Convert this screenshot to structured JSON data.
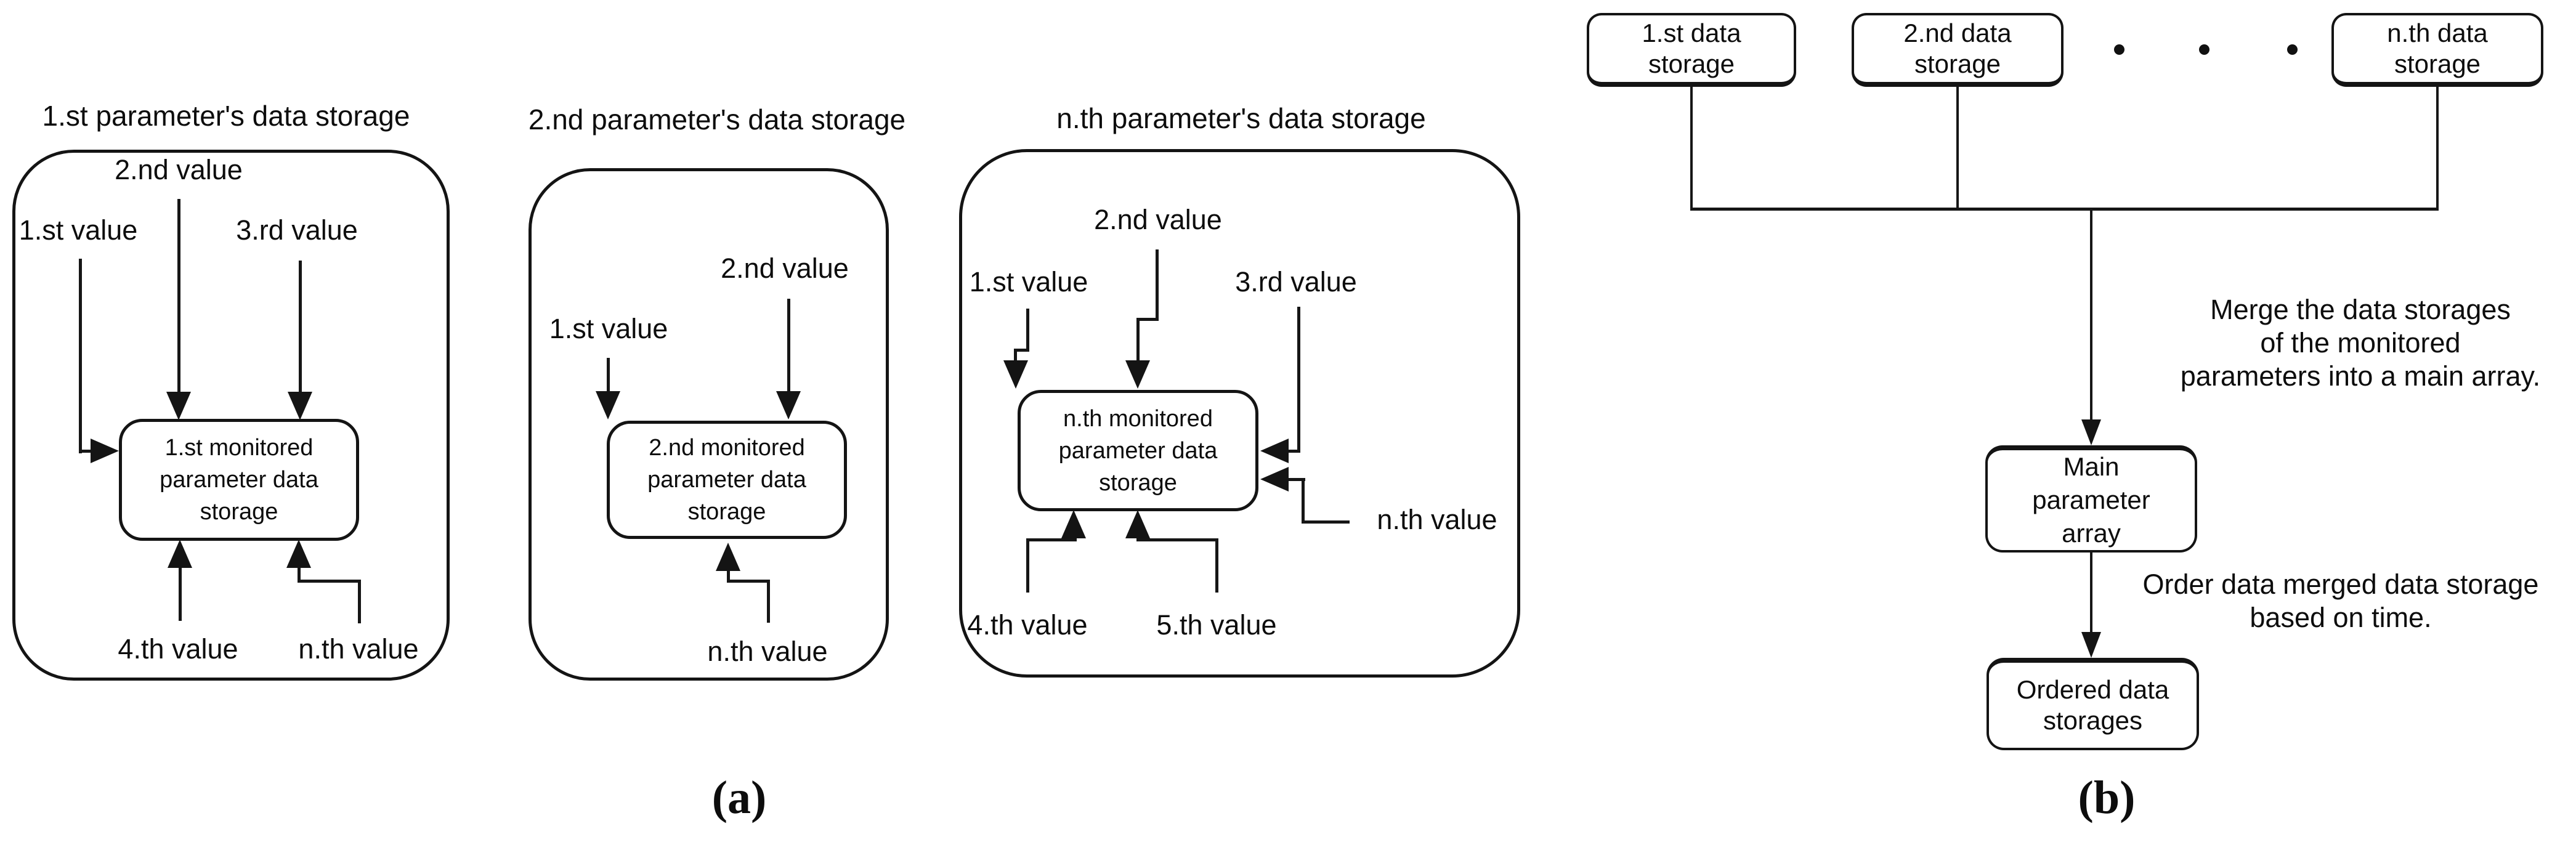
{
  "a": {
    "label": "(a)",
    "containers": [
      {
        "title": "1.st parameter's data storage",
        "box": "1.st monitored\nparameter data\nstorage",
        "values": {
          "v1": "1.st value",
          "v2": "2.nd value",
          "v3": "3.rd value",
          "v4": "4.th value",
          "vn": "n.th value"
        }
      },
      {
        "title": "2.nd parameter's data storage",
        "box": "2.nd monitored\nparameter data\nstorage",
        "values": {
          "v1": "1.st value",
          "v2": "2.nd value",
          "vn": "n.th value"
        }
      },
      {
        "title": "n.th parameter's data storage",
        "box": "n.th monitored\nparameter data\nstorage",
        "values": {
          "v1": "1.st value",
          "v2": "2.nd value",
          "v3": "3.rd value",
          "v4": "4.th value",
          "v5": "5.th value",
          "vn": "n.th value"
        }
      }
    ]
  },
  "b": {
    "label": "(b)",
    "sources": [
      "1.st data\nstorage",
      "2.nd data\nstorage",
      "n.th data\nstorage"
    ],
    "dots_icon": "ellipsis-dots",
    "merge_note": "Merge the data storages\nof the monitored\nparameters into a main array.",
    "order_note": "Order data merged data storage\nbased on time.",
    "main_box": "Main\nparameter\narray",
    "ordered_box": "Ordered data\nstorages"
  }
}
